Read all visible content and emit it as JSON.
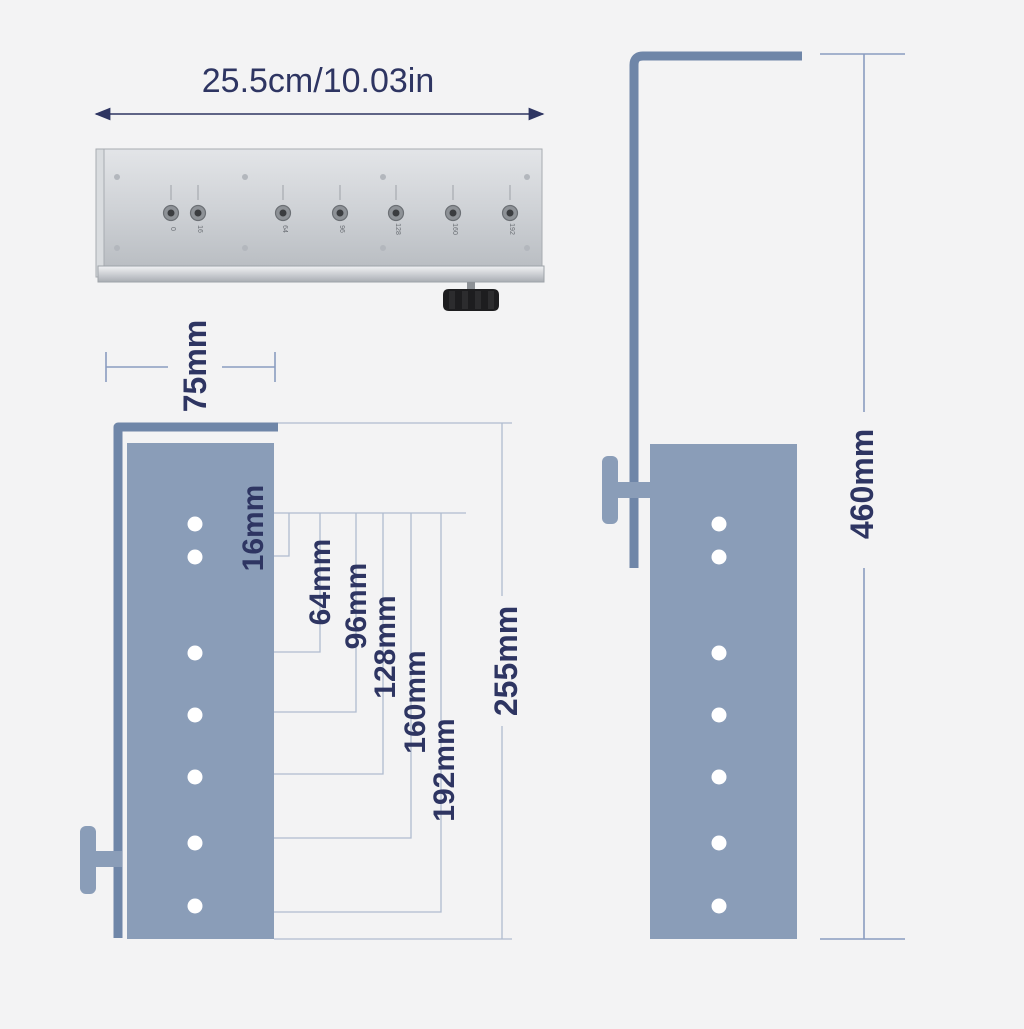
{
  "product_photo": {
    "width_label": "25.5cm/10.03in",
    "hole_labels": [
      "0",
      "16",
      "64",
      "96",
      "128",
      "160",
      "192"
    ]
  },
  "side_view": {
    "lip_label": "75mm",
    "hole_spacing_labels": [
      "16mm",
      "64mm",
      "96mm",
      "128mm",
      "160mm",
      "192mm"
    ],
    "length_label": "255mm"
  },
  "front_view": {
    "height_label": "460mm"
  },
  "colors": {
    "bracket": "#6f86a8",
    "panel": "#8a9db8",
    "hole": "#ffffff",
    "dimension_line": "#8a9cc0",
    "dimension_text": "#2e3562",
    "metal": "#c9ccd0"
  }
}
